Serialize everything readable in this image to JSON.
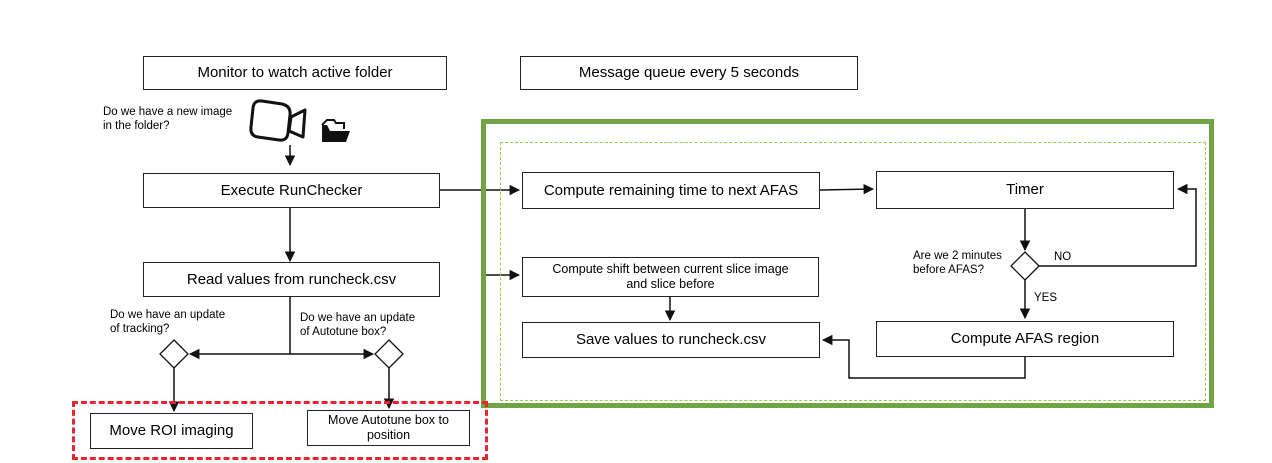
{
  "headers": {
    "monitor": "Monitor to watch active folder",
    "queue": "Message queue every 5 seconds"
  },
  "boxes": {
    "execute": "Execute RunChecker",
    "read_values": "Read values from runcheck.csv",
    "compute_remaining": "Compute remaining time to next AFAS",
    "timer": "Timer",
    "compute_shift_line1": "Compute shift  between current slice image",
    "compute_shift_line2": "and slice before",
    "save_values": "Save values to runcheck.csv",
    "compute_afas": "Compute AFAS region",
    "move_roi": "Move ROI imaging",
    "move_autotune_line1": "Move Autotune box to",
    "move_autotune_line2": "position"
  },
  "questions": {
    "new_image_line1": "Do we have a new image",
    "new_image_line2": "in the folder?",
    "tracking_line1": "Do we have an update",
    "tracking_line2": "of tracking?",
    "autotune_line1": "Do we have an update",
    "autotune_line2": "of Autotune box?",
    "two_minutes_line1": "Are we 2 minutes",
    "two_minutes_line2": "before AFAS?"
  },
  "branch_labels": {
    "no": "NO",
    "yes": "YES"
  },
  "icons": [
    "camera-icon",
    "folder-icon"
  ],
  "colors": {
    "green_region": "#70a444",
    "green_inner_dashed": "#8fd14f",
    "red_region": "#e8262b",
    "stroke": "#111111"
  }
}
